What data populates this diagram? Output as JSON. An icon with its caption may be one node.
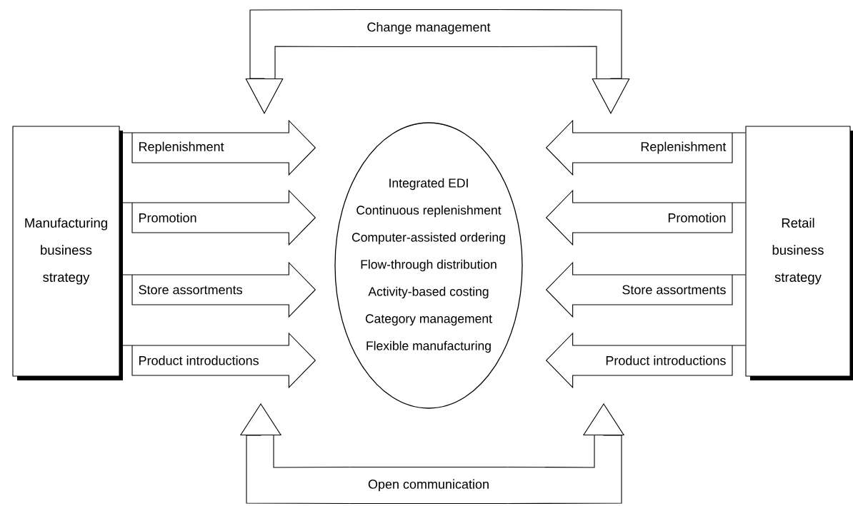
{
  "diagram": {
    "nodes": [
      {
        "text": [
          "Change management"
        ]
      },
      {
        "text": [
          "Manufacturing business strategy"
        ]
      },
      {
        "text": [
          "Integrated EDI",
          "Continuous replenishment",
          "Computer-assisted ordering",
          "Flow-through distribution",
          "Activity-based costing",
          "Category management",
          "Flexible manufacturing"
        ]
      },
      {
        "text": [
          "Retail business strategy"
        ]
      },
      {
        "text": [
          "Open communication"
        ]
      }
    ],
    "edges": [
      {
        "from": 1,
        "to": 2,
        "arrow": "to",
        "label": "Replenishment"
      },
      {
        "from": 1,
        "to": 2,
        "arrow": "to",
        "label": "Promotion"
      },
      {
        "from": 1,
        "to": 2,
        "arrow": "to",
        "label": "Store assortments"
      },
      {
        "from": 1,
        "to": 2,
        "arrow": "to",
        "label": "Product introductions"
      },
      {
        "from": 3,
        "to": 2,
        "arrow": "to",
        "label": "Replenishment"
      },
      {
        "from": 3,
        "to": 2,
        "arrow": "to",
        "label": "Promotion"
      },
      {
        "from": 3,
        "to": 2,
        "arrow": "to",
        "label": "Store assortments"
      },
      {
        "from": 3,
        "to": 2,
        "arrow": "to",
        "label": "Product introductions"
      },
      {
        "from": 0,
        "to": null,
        "arrow": "to"
      },
      {
        "from": 0,
        "to": null,
        "arrow": "to"
      },
      {
        "from": 4,
        "to": null,
        "arrow": "to"
      },
      {
        "from": 4,
        "to": null,
        "arrow": "to"
      }
    ]
  }
}
